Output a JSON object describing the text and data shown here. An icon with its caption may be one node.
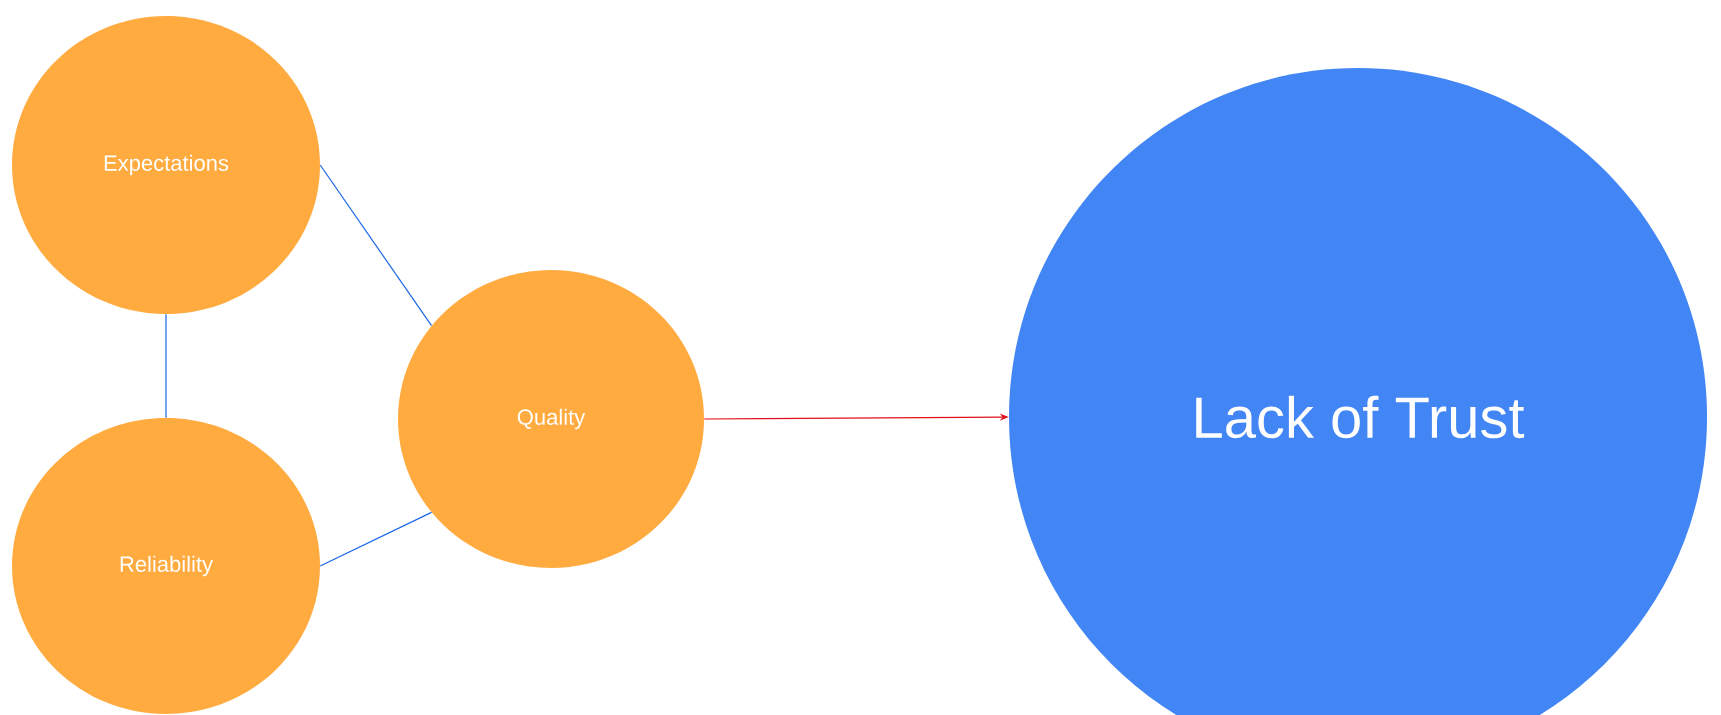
{
  "diagram": {
    "nodes": [
      {
        "text": [
          "Expectations"
        ]
      },
      {
        "text": [
          "Reliability"
        ]
      },
      {
        "text": [
          "Quality"
        ]
      },
      {
        "text": [
          "Lack of Trust"
        ]
      }
    ],
    "edges": [
      {
        "from": 0,
        "to": 2,
        "arrow": "none"
      },
      {
        "from": 0,
        "to": 1,
        "arrow": "none"
      },
      {
        "from": 1,
        "to": 2,
        "arrow": "none"
      },
      {
        "from": 2,
        "to": 3,
        "arrow": "to",
        "color": "#e0101a"
      }
    ]
  }
}
